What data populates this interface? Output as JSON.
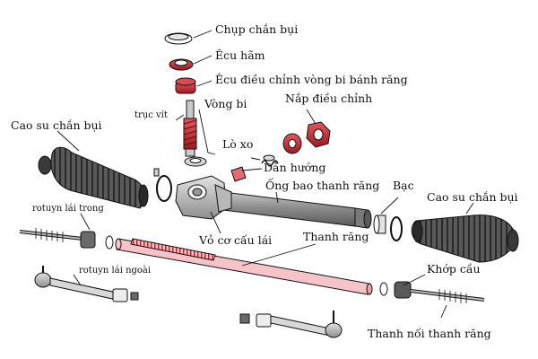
{
  "colors": {
    "highlight_red": "#c0252f",
    "rack_pink": "#f6c4c8",
    "housing_gray": "#9a9a9a",
    "boot_dark": "#4a4a4a",
    "line": "#111111"
  },
  "labels": {
    "dust_cap": "Chụp chắn bụi",
    "lock_nut": "Êcu hãm",
    "bearing_adjust_nut": "Êcu điều chỉnh vòng bi bánh răng",
    "bearing": "Vòng bi",
    "worm_shaft": "trục vít",
    "adjust_cap": "Nắp điều chỉnh",
    "rubber_boot_left": "Cao su chắn bụi",
    "spring": "Lò xo",
    "guide": "Dẫn hướng",
    "rack_tube": "Ống bao thanh răng",
    "bushing": "Bạc",
    "rubber_boot_right": "Cao su chắn bụi",
    "inner_tie_rod": "rotuyn lái trong",
    "housing": "Vỏ cơ cấu lái",
    "rack": "Thanh răng",
    "ball_joint": "Khớp cầu",
    "outer_tie_rod": "rotuyn lái ngoài",
    "rack_link": "Thanh nối thanh răng"
  }
}
